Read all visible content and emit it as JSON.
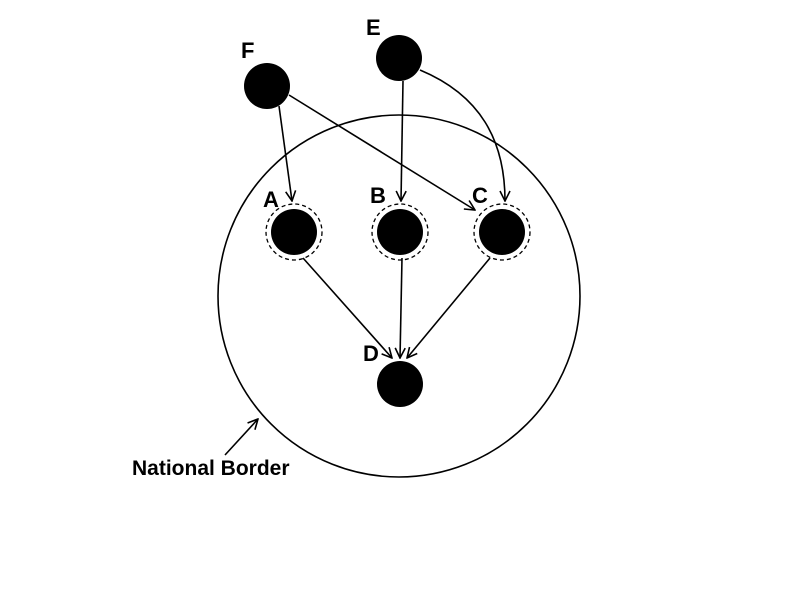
{
  "diagram": {
    "caption": "National Border",
    "colors": {
      "node": "#000000",
      "stroke": "#000000",
      "background": "#ffffff"
    },
    "nodes": [
      {
        "id": "A",
        "label": "A",
        "highlighted": true
      },
      {
        "id": "B",
        "label": "B",
        "highlighted": true
      },
      {
        "id": "C",
        "label": "C",
        "highlighted": true
      },
      {
        "id": "D",
        "label": "D",
        "highlighted": false
      },
      {
        "id": "E",
        "label": "E",
        "highlighted": false
      },
      {
        "id": "F",
        "label": "F",
        "highlighted": false
      }
    ],
    "edges": [
      {
        "from": "F",
        "to": "A"
      },
      {
        "from": "F",
        "to": "C"
      },
      {
        "from": "E",
        "to": "B"
      },
      {
        "from": "E",
        "to": "C"
      },
      {
        "from": "A",
        "to": "D"
      },
      {
        "from": "B",
        "to": "D"
      },
      {
        "from": "C",
        "to": "D"
      }
    ]
  }
}
